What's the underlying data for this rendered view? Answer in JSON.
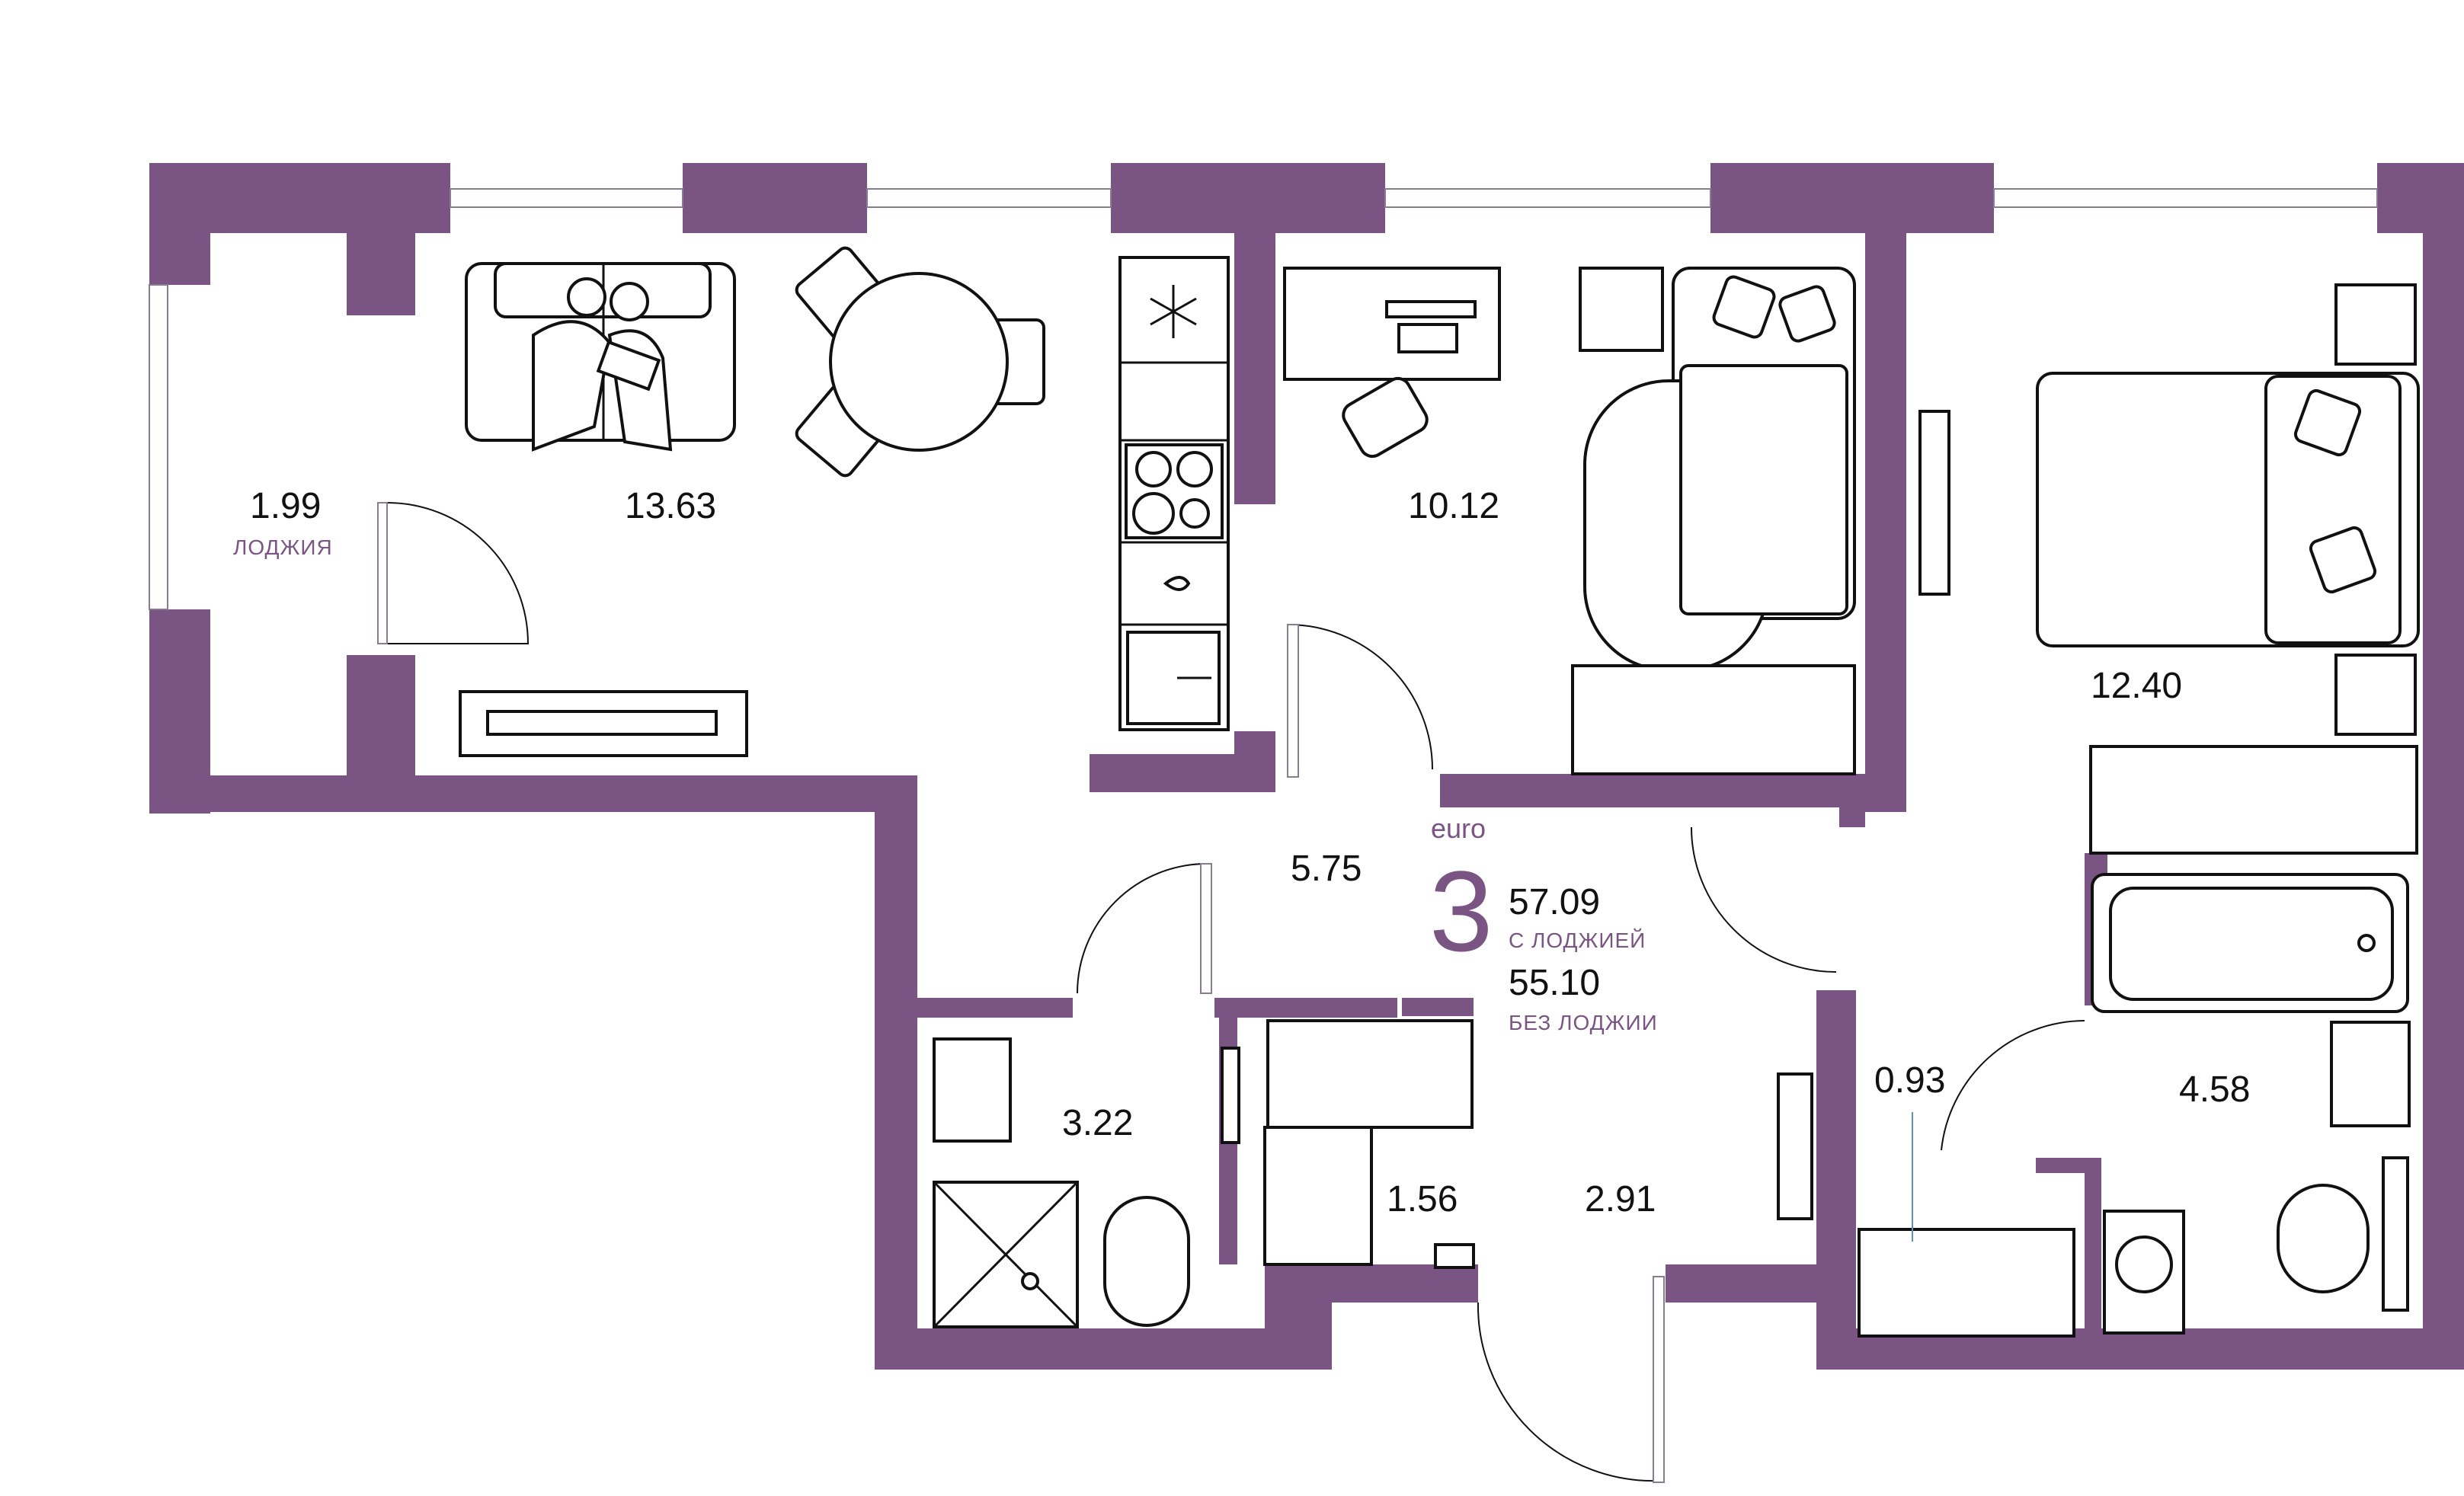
{
  "colors": {
    "wall": "#7a5584",
    "accent": "#7a5584",
    "text": "#111111"
  },
  "summary": {
    "type_prefix": "euro",
    "rooms": "3",
    "area_with_loggia": "57.09",
    "label_with_loggia": "С ЛОДЖИЕЙ",
    "area_without_loggia": "55.10",
    "label_without_loggia": "БЕЗ ЛОДЖИИ"
  },
  "rooms": {
    "loggia": {
      "area": "1.99",
      "label": "ЛОДЖИЯ"
    },
    "living_kitchen": {
      "area": "13.63"
    },
    "bedroom_middle": {
      "area": "10.12"
    },
    "bedroom_right": {
      "area": "12.40"
    },
    "hall_upper": {
      "area": "5.75"
    },
    "hall_lower": {
      "area": "2.91"
    },
    "bathroom_left": {
      "area": "3.22"
    },
    "closet": {
      "area": "1.56"
    },
    "wardrobe": {
      "area": "0.93"
    },
    "bathroom_right": {
      "area": "4.58"
    }
  },
  "icons": {
    "sofa": "sofa-icon",
    "people": "people-icon",
    "dining_table": "dining-table-icon",
    "fridge": "snowflake-icon",
    "stove": "stove-icon",
    "sink": "sink-icon",
    "tv": "tv-icon",
    "desk": "desk-icon",
    "bed": "bed-icon",
    "bathtub": "bathtub-icon",
    "toilet": "toilet-icon",
    "shower": "shower-icon",
    "washer": "washer-icon",
    "shelving": "shelving-icon"
  }
}
